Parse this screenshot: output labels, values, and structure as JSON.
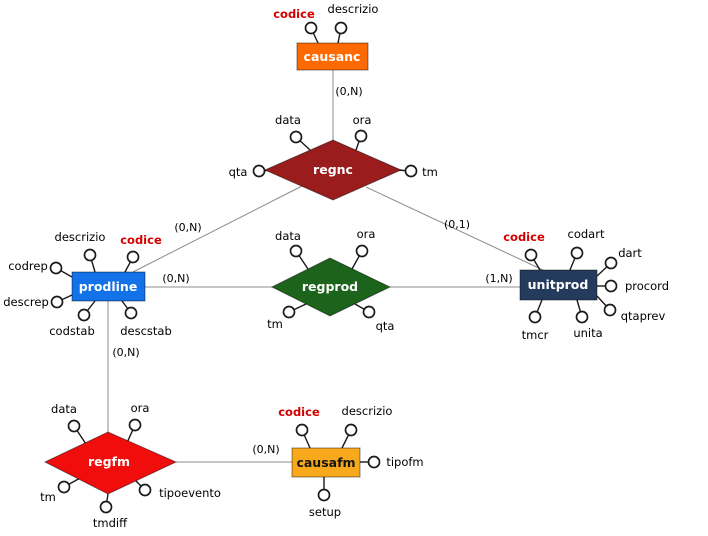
{
  "colors": {
    "key": "#d40000",
    "entity_causanc": "#ff6a00",
    "entity_prodline": "#1372e8",
    "entity_unitprod": "#243b5e",
    "entity_causafm": "#f7a81b",
    "rel_regnc": "#9b1c1c",
    "rel_regprod": "#1c641c",
    "rel_regfm": "#f20d0d"
  },
  "entities": {
    "causanc": {
      "label": "causanc"
    },
    "prodline": {
      "label": "prodline"
    },
    "unitprod": {
      "label": "unitprod"
    },
    "causafm": {
      "label": "causafm"
    }
  },
  "relationships": {
    "regnc": {
      "label": "regnc"
    },
    "regprod": {
      "label": "regprod"
    },
    "regfm": {
      "label": "regfm"
    }
  },
  "attributes": {
    "causanc_codice": "codice",
    "causanc_descrizio": "descrizio",
    "regnc_data": "data",
    "regnc_ora": "ora",
    "regnc_qta": "qta",
    "regnc_tm": "tm",
    "prodline_descrizio": "descrizio",
    "prodline_codice": "codice",
    "prodline_codrep": "codrep",
    "prodline_descrep": "descrep",
    "prodline_codstab": "codstab",
    "prodline_descstab": "descstab",
    "regprod_data": "data",
    "regprod_ora": "ora",
    "regprod_tm": "tm",
    "regprod_qta": "qta",
    "unitprod_codice": "codice",
    "unitprod_codart": "codart",
    "unitprod_dart": "dart",
    "unitprod_procord": "procord",
    "unitprod_qtaprev": "qtaprev",
    "unitprod_unita": "unita",
    "unitprod_tmcr": "tmcr",
    "regfm_data": "data",
    "regfm_ora": "ora",
    "regfm_tm": "tm",
    "regfm_tmdiff": "tmdiff",
    "regfm_tipoevento": "tipoevento",
    "causafm_codice": "codice",
    "causafm_descrizio": "descrizio",
    "causafm_tipofm": "tipofm",
    "causafm_setup": "setup"
  },
  "cardinalities": {
    "causanc_regnc": "(0,N)",
    "regnc_prodline": "(0,N)",
    "regnc_unitprod": "(0,1)",
    "prodline_regprod": "(0,N)",
    "regprod_unitprod": "(1,N)",
    "prodline_regfm": "(0,N)",
    "regfm_causafm": "(0,N)"
  }
}
